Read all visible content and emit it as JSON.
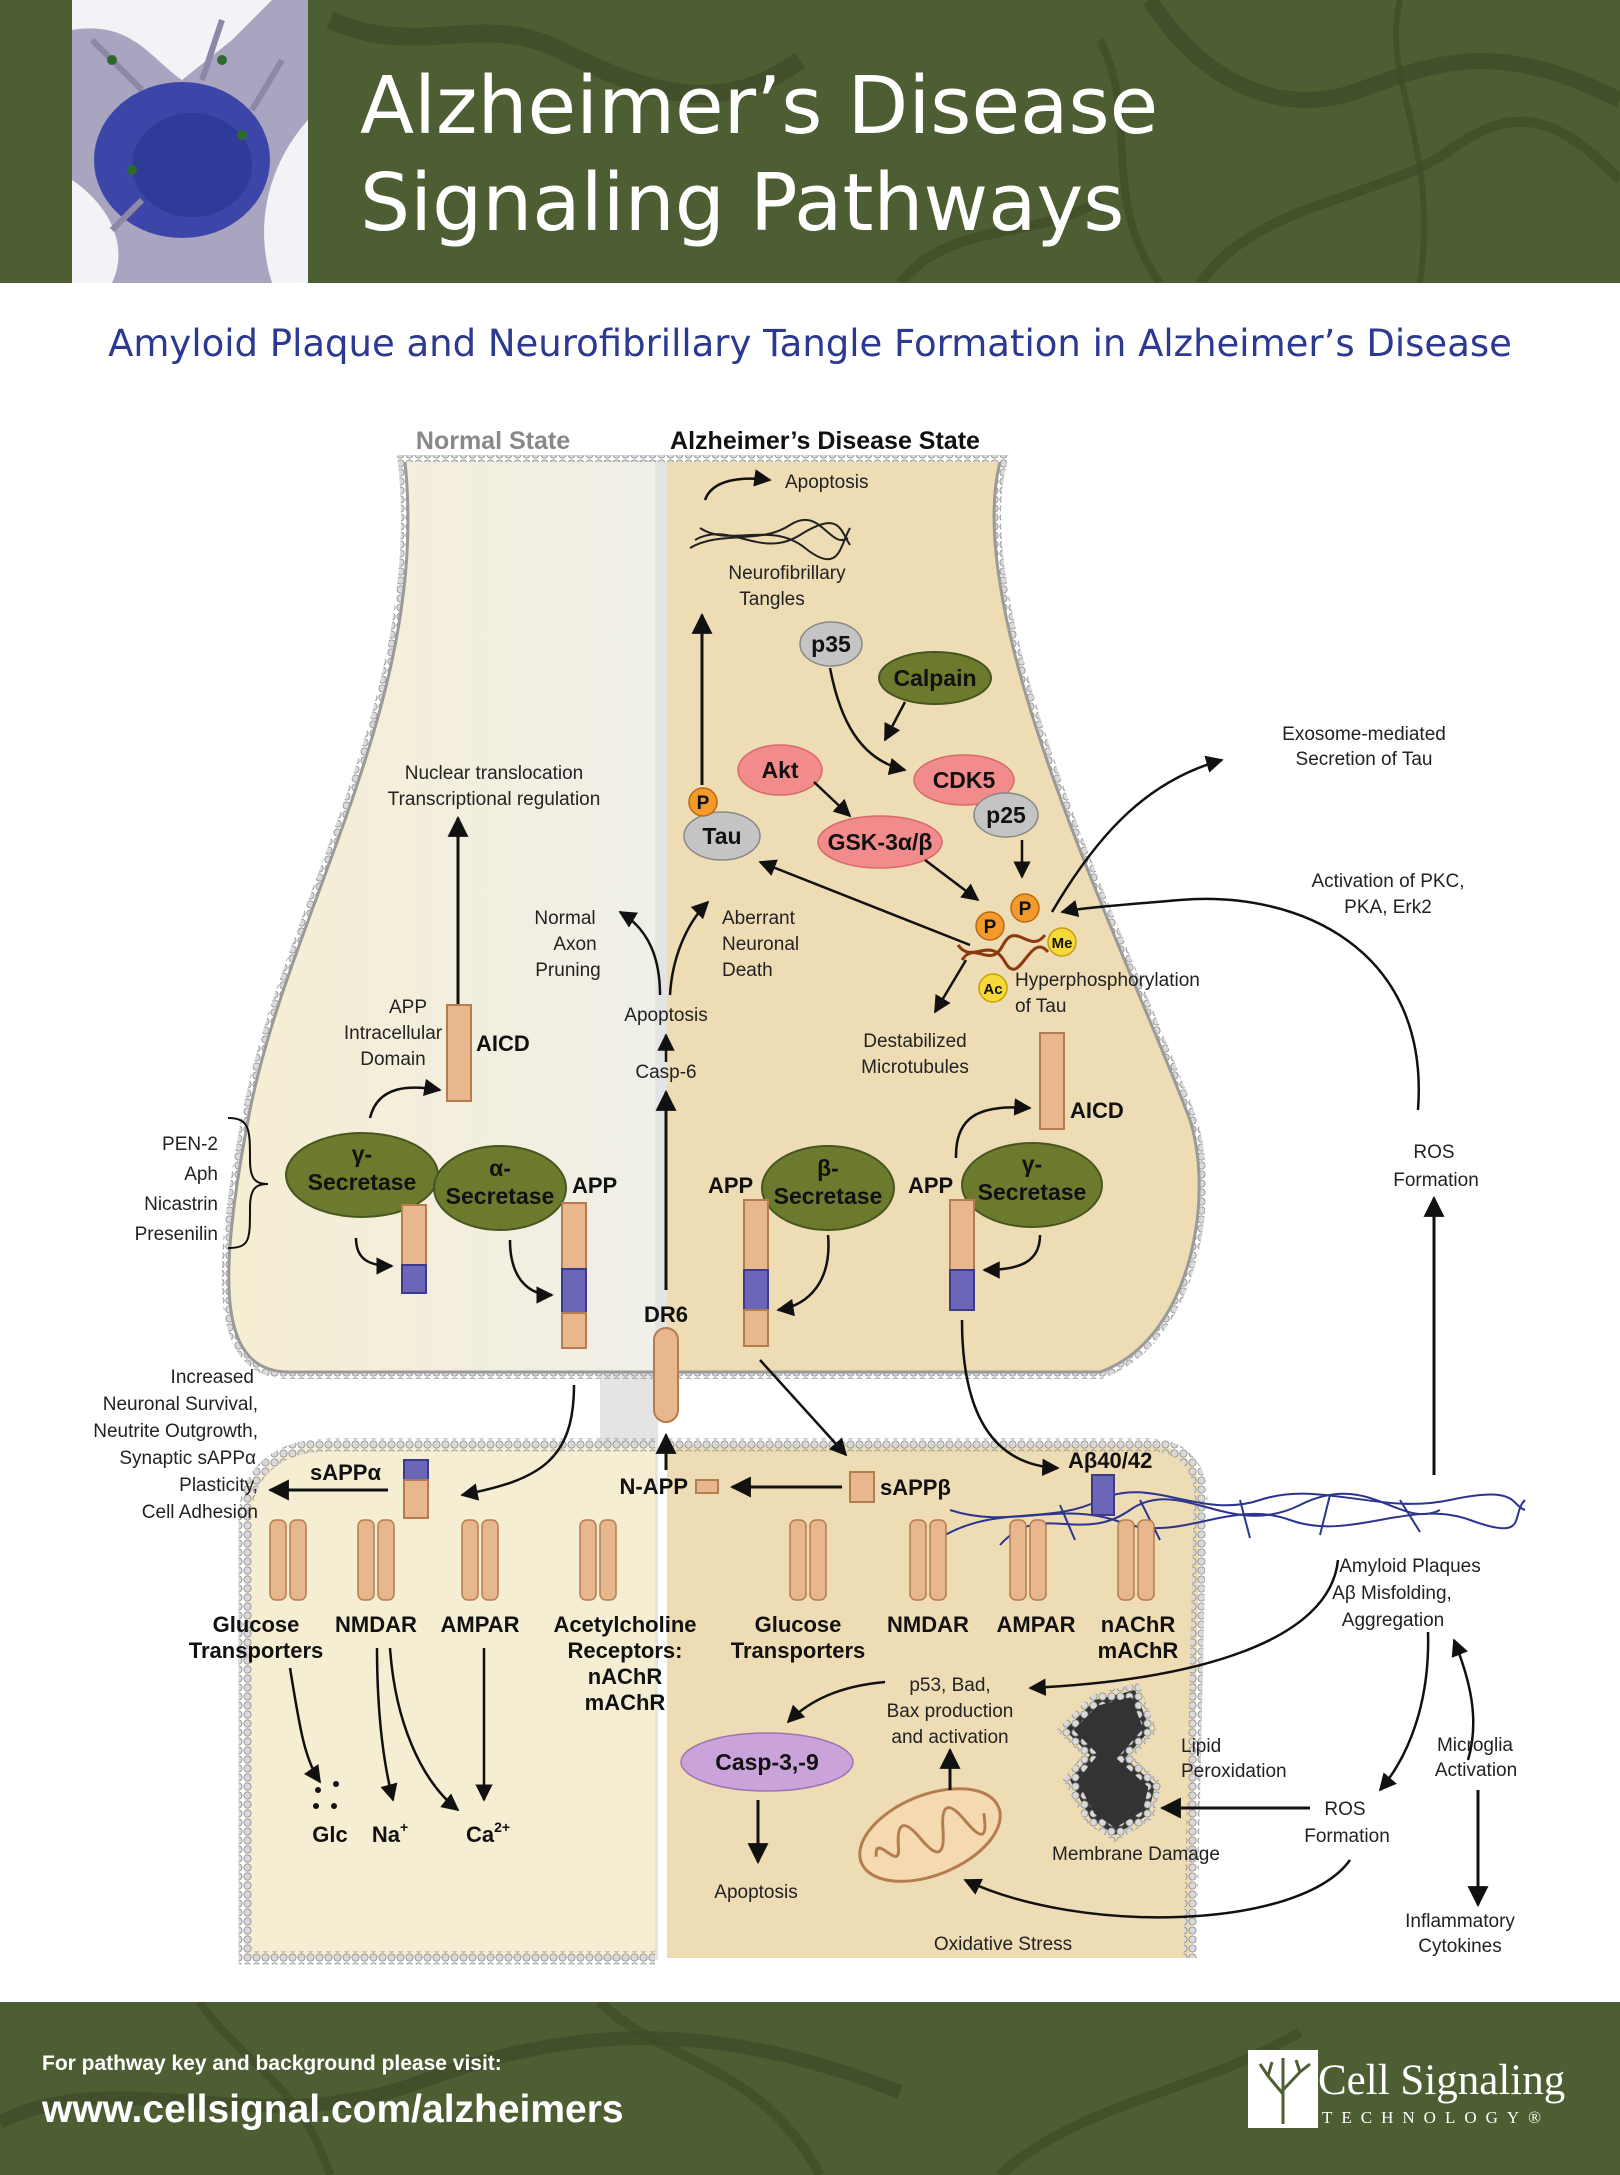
{
  "header": {
    "title_line1": "Alzheimer’s Disease",
    "title_line2": "Signaling Pathways"
  },
  "subtitle": "Amyloid Plaque and Neurofibrillary Tangle Formation in Alzheimer’s Disease",
  "states": {
    "normal": "Normal State",
    "disease": "Alzheimer’s Disease State"
  },
  "top": {
    "apoptosis": "Apoptosis",
    "tangles_1": "Neurofibrillary",
    "tangles_2": "Tangles",
    "p35": "p35",
    "calpain": "Calpain",
    "akt": "Akt",
    "cdk5": "CDK5",
    "p25": "p25",
    "gsk3": "GSK-3α/β",
    "tau": "Tau",
    "p": "P",
    "me": "Me",
    "ac": "Ac",
    "hyper_1": "Hyperphosphorylation",
    "hyper_2": "of Tau",
    "destab_1": "Destabilized",
    "destab_2": "Microtubules",
    "exosome_1": "Exosome-mediated",
    "exosome_2": "Secretion of Tau",
    "activation_1": "Activation of PKC,",
    "activation_2": "PKA, Erk2",
    "ros_1": "ROS",
    "ros_2": "Formation"
  },
  "left": {
    "nuclear_1": "Nuclear translocation",
    "nuclear_2": "Transcriptional regulation",
    "app_icd_1": "APP",
    "app_icd_2": "Intracellular",
    "app_icd_3": "Domain",
    "aicd": "AICD",
    "pen2": "PEN-2",
    "aph": "Aph",
    "nicastrin": "Nicastrin",
    "presenilin": "Presenilin",
    "gamma": "γ-",
    "alpha": "α-",
    "secretase": "Secretase",
    "app": "APP"
  },
  "middle": {
    "normal_1": "Normal",
    "normal_2": "Axon",
    "normal_3": "Pruning",
    "aberrant_1": "Aberrant",
    "aberrant_2": "Neuronal",
    "aberrant_3": "Death",
    "apoptosis": "Apoptosis",
    "casp6": "Casp-6",
    "dr6": "DR6",
    "napp": "N-APP",
    "sappb": "sAPPβ",
    "sappa": "sAPPα"
  },
  "right": {
    "app": "APP",
    "beta": "β-",
    "gamma": "γ-",
    "secretase": "Secretase",
    "aicd": "AICD",
    "abeta": "Aβ40/42"
  },
  "survival": {
    "l1": "Increased",
    "l2": "Neuronal Survival,",
    "l3": "Neutrite Outgrowth,",
    "l4": "Synaptic sAPPα",
    "l5": "Plasticity,",
    "l6": "Cell Adhesion"
  },
  "lower": {
    "glucose_1": "Glucose",
    "glucose_2": "Transporters",
    "nmdar": "NMDAR",
    "ampar": "AMPAR",
    "ach_1": "Acetylcholine",
    "ach_2": "Receptors:",
    "ach_3": "nAChR",
    "ach_4": "mAChR",
    "nachr": "nAChR",
    "machr": "mAChR",
    "glc": "Glc",
    "na": "Na",
    "na_sup": "+",
    "ca": "Ca",
    "ca_sup": "2+",
    "p53_1": "p53, Bad,",
    "p53_2": "Bax production",
    "p53_3": "and activation",
    "casp39": "Casp-3,-9",
    "apoptosis": "Apoptosis",
    "lipid_1": "Lipid",
    "lipid_2": "Peroxidation",
    "membrane": "Membrane Damage",
    "oxidative": "Oxidative Stress",
    "plaques_1": "Amyloid Plaques",
    "plaques_2": "Aβ Misfolding,",
    "plaques_3": "Aggregation",
    "ros_1": "ROS",
    "ros_2": "Formation",
    "microglia_1": "Microglia",
    "microglia_2": "Activation",
    "inflam_1": "Inflammatory",
    "inflam_2": "Cytokines"
  },
  "footer": {
    "visit": "For pathway key and background please visit:",
    "url": "www.cellsignal.com/alzheimers",
    "logo_name": "Cell Signaling",
    "logo_tech": "TECHNOLOGY",
    "logo_reg": "®"
  },
  "colors": {
    "header_bg": "#4e5e33",
    "subtitle": "#2b3990",
    "secretase_fill": "#6b7a2c",
    "app_fill": "#e9b78d",
    "abeta_fill": "#6b66b8",
    "akt_gsk_fill": "#f28b8b",
    "p_fill": "#f39a2a",
    "casp_fill": "#c9a3d9"
  }
}
